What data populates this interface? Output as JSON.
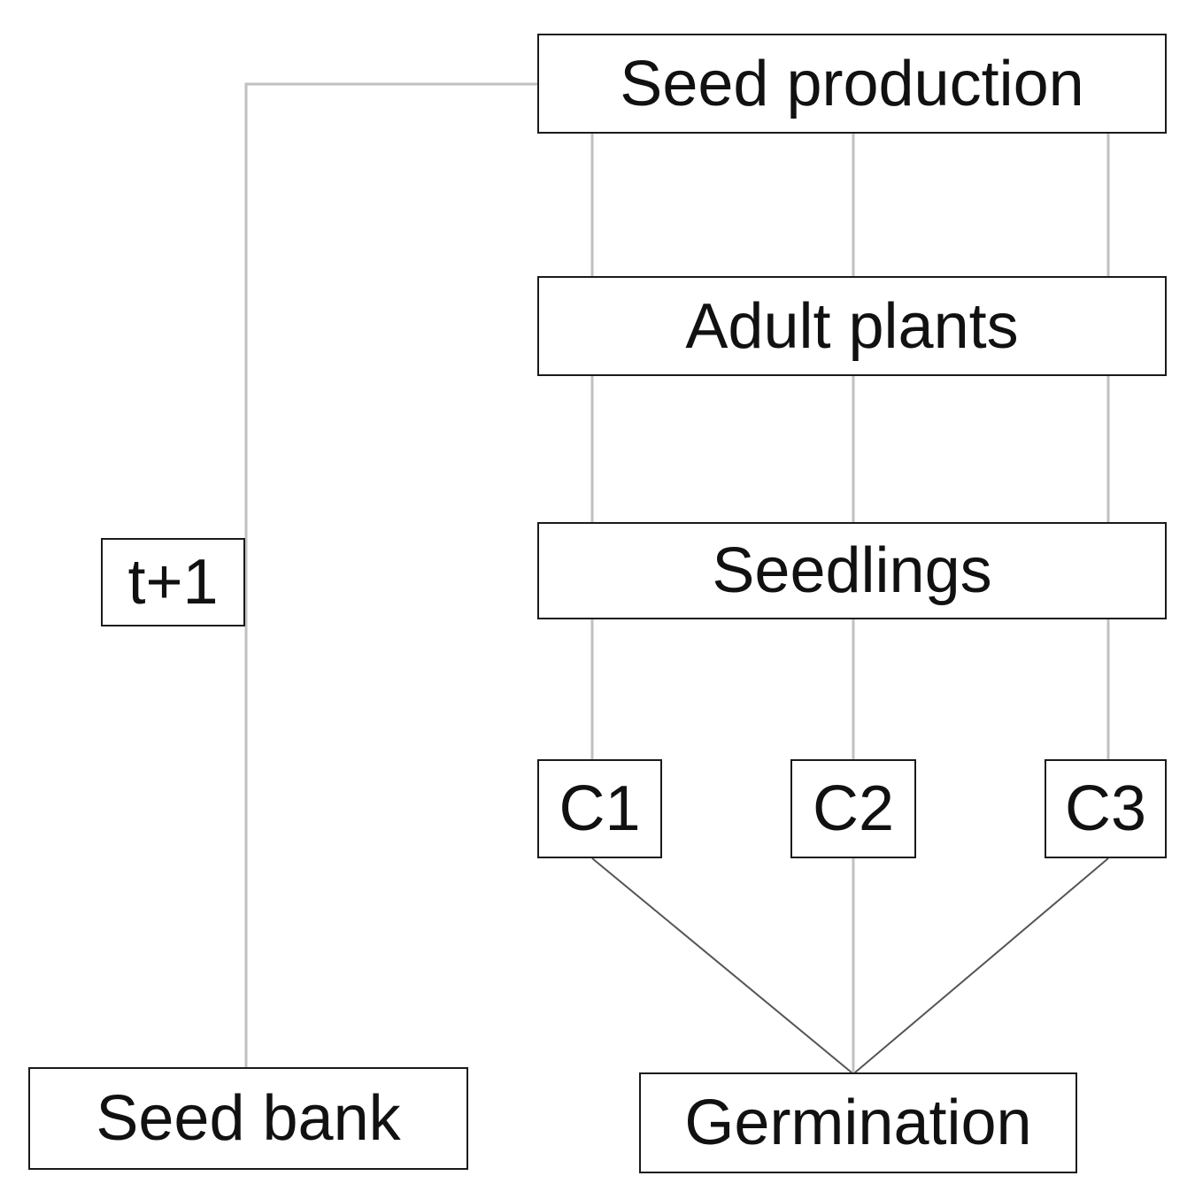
{
  "diagram": {
    "nodes": {
      "seed_production": "Seed production",
      "adult_plants": "Adult plants",
      "seedlings": "Seedlings",
      "c1": "C1",
      "c2": "C2",
      "c3": "C3",
      "t_plus_1": "t+1",
      "seed_bank": "Seed bank",
      "germination": "Germination"
    },
    "edges": [
      [
        "seed_bank",
        "t_plus_1"
      ],
      [
        "t_plus_1",
        "seed_production"
      ],
      [
        "seed_production",
        "adult_plants"
      ],
      [
        "adult_plants",
        "seedlings"
      ],
      [
        "seedlings",
        "c1"
      ],
      [
        "seedlings",
        "c2"
      ],
      [
        "seedlings",
        "c3"
      ],
      [
        "c1",
        "germination"
      ],
      [
        "c2",
        "germination"
      ],
      [
        "c3",
        "germination"
      ]
    ],
    "colors": {
      "line": "#c0c0c0",
      "diagonal": "#555555",
      "box_border": "#1a1a1a"
    }
  }
}
